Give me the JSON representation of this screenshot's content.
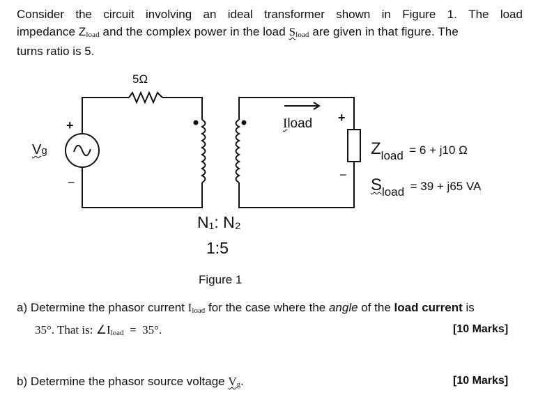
{
  "intro": {
    "line1": [
      "Consider",
      "the",
      "circuit",
      "involving",
      "an",
      "ideal",
      "transformer",
      "shown",
      "in",
      "Figure",
      "1.",
      "The",
      "load"
    ],
    "line2_a": "impedance Z",
    "line2_sub": "load",
    "line2_b": " and the complex power in the load ",
    "line2_s": "S",
    "line2_s_sub": "load",
    "line2_c": " are given in that figure. The",
    "line3": "turns ratio is 5."
  },
  "figure": {
    "resistor_label": "5Ω",
    "source_symbol": "V",
    "source_sub": "g",
    "plus": "+",
    "minus": "−",
    "current_label": "I",
    "current_sub": "load",
    "z_label": "Z",
    "z_sub": "load",
    "z_value": "= 6 + j10 Ω",
    "s_label": "S",
    "s_sub": "load",
    "s_value": "= 39 + j65  VA",
    "turns_label": "N₁: N₂",
    "turns_ratio": "1:5",
    "caption": "Figure 1"
  },
  "question_a": {
    "text1": "a) Determine the phasor current ",
    "sym": "I",
    "sym_sub": "load",
    "text2": " for the case where the ",
    "italic": "angle",
    "text3": " of the ",
    "bold": "load current",
    "text4": " is",
    "line2_a": "35°. That is: ∠I",
    "line2_sub": "load",
    "line2_b": "  =  35°.",
    "marks": "[10 Marks]"
  },
  "question_b": {
    "text1": "b) Determine the phasor source voltage ",
    "sym": "V",
    "sym_sub": "g",
    "text2": ".",
    "marks": "[10 Marks]"
  }
}
